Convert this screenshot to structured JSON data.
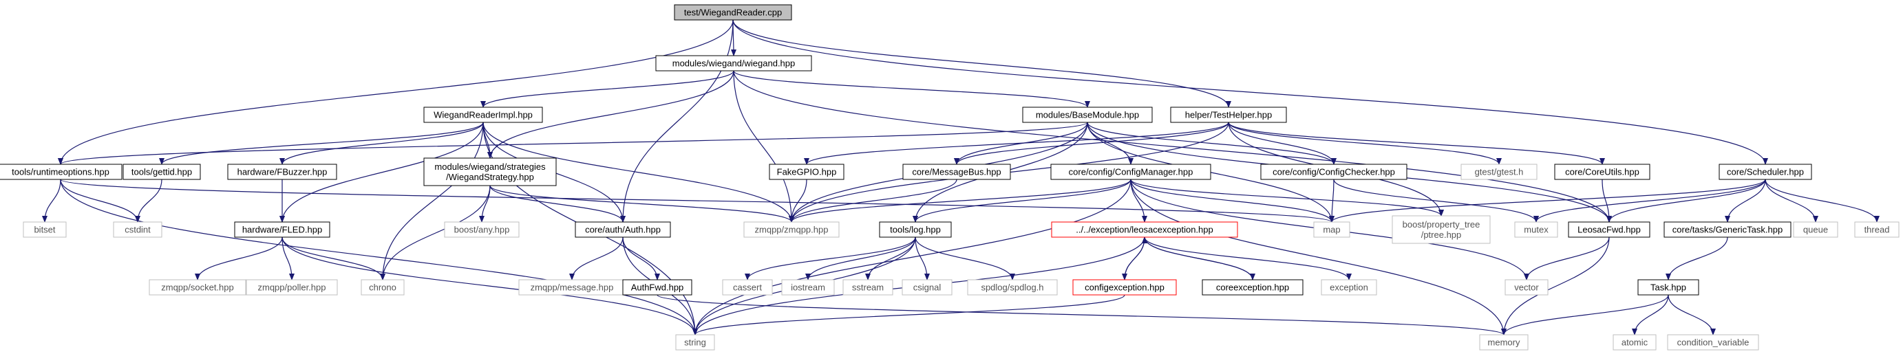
{
  "diagram": {
    "title": "test/WiegandReader.cpp",
    "colors": {
      "edge": "#191970",
      "root_fill": "#bfbfbf",
      "node_border": "#000000",
      "external_border": "#bfbfbf",
      "missing_border": "#ff0000"
    },
    "nodes": [
      {
        "id": "root",
        "label": "test/WiegandReader.cpp",
        "kind": "root"
      },
      {
        "id": "wiegand",
        "label": "modules/wiegand/wiegand.hpp",
        "kind": "file"
      },
      {
        "id": "readerimpl",
        "label": "WiegandReaderImpl.hpp",
        "kind": "file"
      },
      {
        "id": "basemodule",
        "label": "modules/BaseModule.hpp",
        "kind": "file"
      },
      {
        "id": "testhelper",
        "label": "helper/TestHelper.hpp",
        "kind": "file"
      },
      {
        "id": "runtimeoptions",
        "label": "tools/runtimeoptions.hpp",
        "kind": "file"
      },
      {
        "id": "gettid",
        "label": "tools/gettid.hpp",
        "kind": "file"
      },
      {
        "id": "fbuzzer",
        "label": "hardware/FBuzzer.hpp",
        "kind": "file"
      },
      {
        "id": "strategy",
        "label": [
          "modules/wiegand/strategies",
          "/WiegandStrategy.hpp"
        ],
        "kind": "file"
      },
      {
        "id": "fakegpio",
        "label": "FakeGPIO.hpp",
        "kind": "file"
      },
      {
        "id": "messagebus",
        "label": "core/MessageBus.hpp",
        "kind": "file"
      },
      {
        "id": "configmanager",
        "label": "core/config/ConfigManager.hpp",
        "kind": "file"
      },
      {
        "id": "configchecker",
        "label": "core/config/ConfigChecker.hpp",
        "kind": "file"
      },
      {
        "id": "gtest",
        "label": "gtest/gtest.h",
        "kind": "external"
      },
      {
        "id": "coreutils",
        "label": "core/CoreUtils.hpp",
        "kind": "file"
      },
      {
        "id": "scheduler",
        "label": "core/Scheduler.hpp",
        "kind": "file"
      },
      {
        "id": "bitset",
        "label": "bitset",
        "kind": "external"
      },
      {
        "id": "cstdint",
        "label": "cstdint",
        "kind": "external"
      },
      {
        "id": "fled",
        "label": "hardware/FLED.hpp",
        "kind": "file"
      },
      {
        "id": "boostany",
        "label": "boost/any.hpp",
        "kind": "external"
      },
      {
        "id": "auth",
        "label": "core/auth/Auth.hpp",
        "kind": "file"
      },
      {
        "id": "zmqpp",
        "label": "zmqpp/zmqpp.hpp",
        "kind": "external"
      },
      {
        "id": "log",
        "label": "tools/log.hpp",
        "kind": "file"
      },
      {
        "id": "leosacexception",
        "label": "../../exception/leosacexception.hpp",
        "kind": "missing"
      },
      {
        "id": "map",
        "label": "map",
        "kind": "external"
      },
      {
        "id": "ptree",
        "label": [
          "boost/property_tree",
          "/ptree.hpp"
        ],
        "kind": "external"
      },
      {
        "id": "mutex",
        "label": "mutex",
        "kind": "external"
      },
      {
        "id": "leosacfwd",
        "label": "LeosacFwd.hpp",
        "kind": "file"
      },
      {
        "id": "generictask",
        "label": "core/tasks/GenericTask.hpp",
        "kind": "file"
      },
      {
        "id": "queue",
        "label": "queue",
        "kind": "external"
      },
      {
        "id": "thread",
        "label": "thread",
        "kind": "external"
      },
      {
        "id": "socket",
        "label": "zmqpp/socket.hpp",
        "kind": "external"
      },
      {
        "id": "poller",
        "label": "zmqpp/poller.hpp",
        "kind": "external"
      },
      {
        "id": "chrono",
        "label": "chrono",
        "kind": "external"
      },
      {
        "id": "message",
        "label": "zmqpp/message.hpp",
        "kind": "external"
      },
      {
        "id": "authfwd",
        "label": "AuthFwd.hpp",
        "kind": "file"
      },
      {
        "id": "cassert",
        "label": "cassert",
        "kind": "external"
      },
      {
        "id": "iostream",
        "label": "iostream",
        "kind": "external"
      },
      {
        "id": "sstream",
        "label": "sstream",
        "kind": "external"
      },
      {
        "id": "csignal",
        "label": "csignal",
        "kind": "external"
      },
      {
        "id": "spdlog",
        "label": "spdlog/spdlog.h",
        "kind": "external"
      },
      {
        "id": "configexception",
        "label": "configexception.hpp",
        "kind": "missing"
      },
      {
        "id": "coreexception",
        "label": "coreexception.hpp",
        "kind": "file"
      },
      {
        "id": "exception",
        "label": "exception",
        "kind": "external"
      },
      {
        "id": "vector",
        "label": "vector",
        "kind": "external"
      },
      {
        "id": "task",
        "label": "Task.hpp",
        "kind": "file"
      },
      {
        "id": "string",
        "label": "string",
        "kind": "external"
      },
      {
        "id": "memory",
        "label": "memory",
        "kind": "external"
      },
      {
        "id": "atomic",
        "label": "atomic",
        "kind": "external"
      },
      {
        "id": "condvar",
        "label": "condition_variable",
        "kind": "external"
      }
    ],
    "edges": [
      [
        "root",
        "wiegand"
      ],
      [
        "root",
        "testhelper"
      ],
      [
        "root",
        "runtimeoptions"
      ],
      [
        "root",
        "scheduler"
      ],
      [
        "root",
        "auth"
      ],
      [
        "wiegand",
        "readerimpl"
      ],
      [
        "wiegand",
        "basemodule"
      ],
      [
        "wiegand",
        "strategy"
      ],
      [
        "wiegand",
        "zmqpp"
      ],
      [
        "wiegand",
        "leosacfwd"
      ],
      [
        "readerimpl",
        "gettid"
      ],
      [
        "readerimpl",
        "fbuzzer"
      ],
      [
        "readerimpl",
        "strategy"
      ],
      [
        "readerimpl",
        "fled"
      ],
      [
        "readerimpl",
        "auth"
      ],
      [
        "readerimpl",
        "zmqpp"
      ],
      [
        "readerimpl",
        "chrono"
      ],
      [
        "readerimpl",
        "string"
      ],
      [
        "basemodule",
        "runtimeoptions"
      ],
      [
        "basemodule",
        "messagebus"
      ],
      [
        "basemodule",
        "configmanager"
      ],
      [
        "basemodule",
        "configchecker"
      ],
      [
        "basemodule",
        "log"
      ],
      [
        "basemodule",
        "zmqpp"
      ],
      [
        "basemodule",
        "map"
      ],
      [
        "basemodule",
        "leosacfwd"
      ],
      [
        "testhelper",
        "fakegpio"
      ],
      [
        "testhelper",
        "messagebus"
      ],
      [
        "testhelper",
        "configchecker"
      ],
      [
        "testhelper",
        "coreutils"
      ],
      [
        "testhelper",
        "gtest"
      ],
      [
        "testhelper",
        "ptree"
      ],
      [
        "testhelper",
        "zmqpp"
      ],
      [
        "runtimeoptions",
        "bitset"
      ],
      [
        "runtimeoptions",
        "cstdint"
      ],
      [
        "runtimeoptions",
        "map"
      ],
      [
        "runtimeoptions",
        "string"
      ],
      [
        "gettid",
        "cstdint"
      ],
      [
        "fbuzzer",
        "fled"
      ],
      [
        "strategy",
        "boostany"
      ],
      [
        "strategy",
        "auth"
      ],
      [
        "strategy",
        "zmqpp"
      ],
      [
        "strategy",
        "chrono"
      ],
      [
        "fakegpio",
        "zmqpp"
      ],
      [
        "messagebus",
        "zmqpp"
      ],
      [
        "configmanager",
        "leosacexception"
      ],
      [
        "configmanager",
        "log"
      ],
      [
        "configmanager",
        "zmqpp"
      ],
      [
        "configmanager",
        "map"
      ],
      [
        "configmanager",
        "ptree"
      ],
      [
        "configmanager",
        "memory"
      ],
      [
        "configmanager",
        "vector"
      ],
      [
        "configmanager",
        "string"
      ],
      [
        "configchecker",
        "map"
      ],
      [
        "configchecker",
        "mutex"
      ],
      [
        "coreutils",
        "leosacfwd"
      ],
      [
        "scheduler",
        "leosacfwd"
      ],
      [
        "scheduler",
        "generictask"
      ],
      [
        "scheduler",
        "map"
      ],
      [
        "scheduler",
        "mutex"
      ],
      [
        "scheduler",
        "queue"
      ],
      [
        "scheduler",
        "thread"
      ],
      [
        "fled",
        "socket"
      ],
      [
        "fled",
        "poller"
      ],
      [
        "fled",
        "chrono"
      ],
      [
        "fled",
        "string"
      ],
      [
        "auth",
        "message"
      ],
      [
        "auth",
        "authfwd"
      ],
      [
        "auth",
        "string"
      ],
      [
        "authfwd",
        "memory"
      ],
      [
        "log",
        "cassert"
      ],
      [
        "log",
        "iostream"
      ],
      [
        "log",
        "sstream"
      ],
      [
        "log",
        "csignal"
      ],
      [
        "log",
        "spdlog"
      ],
      [
        "log",
        "string"
      ],
      [
        "leosacexception",
        "configexception"
      ],
      [
        "leosacexception",
        "coreexception"
      ],
      [
        "leosacexception",
        "exception"
      ],
      [
        "leosacexception",
        "string"
      ],
      [
        "configexception",
        "leosacexception"
      ],
      [
        "configexception",
        "string"
      ],
      [
        "coreexception",
        "leosacexception"
      ],
      [
        "leosacfwd",
        "memory"
      ],
      [
        "leosacfwd",
        "vector"
      ],
      [
        "generictask",
        "task"
      ],
      [
        "task",
        "memory"
      ],
      [
        "task",
        "atomic"
      ],
      [
        "task",
        "condvar"
      ]
    ]
  }
}
